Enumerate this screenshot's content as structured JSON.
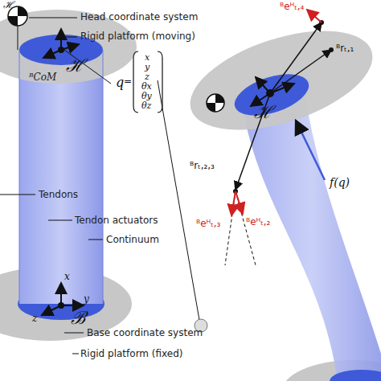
{
  "diagram": {
    "labels": [
      "ℋ",
      "Head coordinate system",
      "Rigid platform (moving)",
      "ℋ",
      "ᴮCoM",
      "q",
      "=",
      "x",
      "y",
      "z",
      "θx",
      "θy",
      "θz",
      "Tendons",
      "Tendon actuators",
      "Continuum",
      "ℬ",
      "x",
      "y",
      "z",
      "Base coordinate system",
      "Rigid platform (fixed)",
      "ℋ",
      "ᴮeᴴₜ,₄",
      "ᴮrₜ,₁",
      "ᴮrₜ,₂,₃",
      "ᴮeᴴₜ,₃",
      "ᴮeᴴₜ,₂",
      "f(q)"
    ]
  }
}
